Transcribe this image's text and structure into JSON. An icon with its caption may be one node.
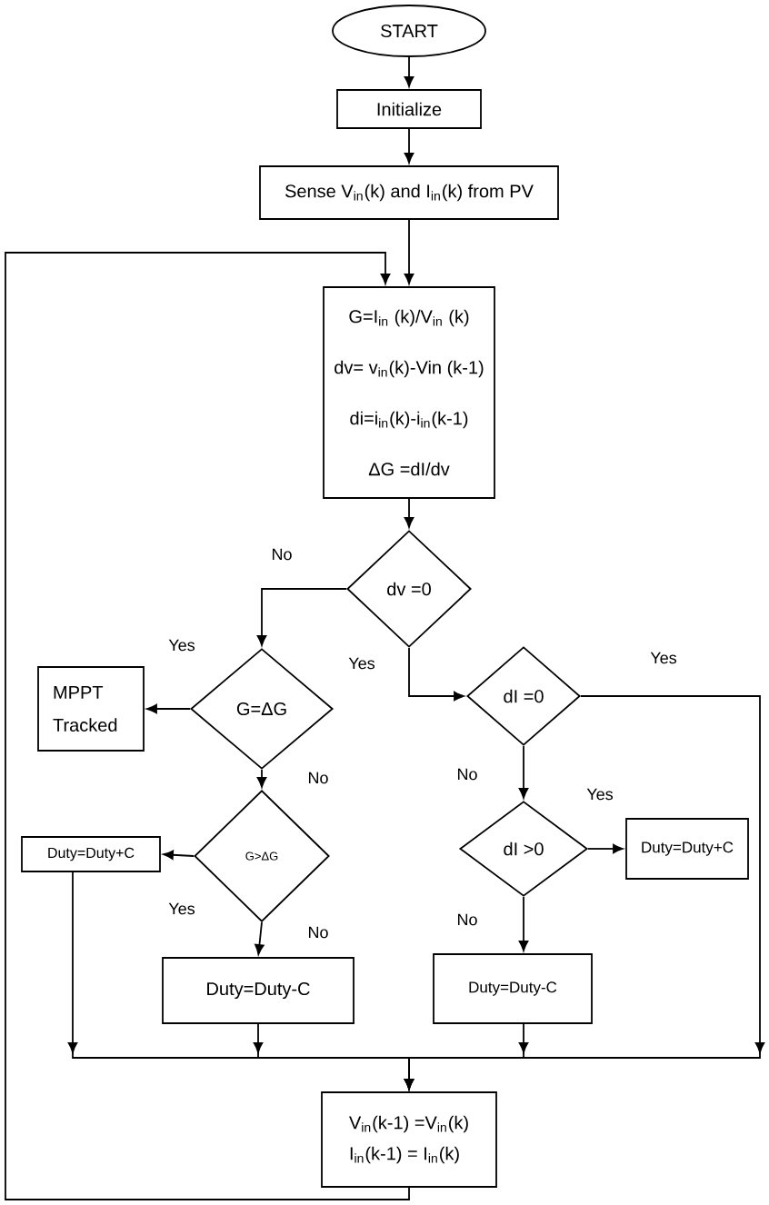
{
  "diagram": {
    "nodes": [
      {
        "text": [
          "START"
        ]
      },
      {
        "text": [
          "Initialize"
        ]
      },
      {
        "text": [
          "Sense V$_{in}$(k) and I$_{in}$(k) from PV"
        ]
      },
      {
        "text": [
          "G=I$_{in}$ (k)/V$_{in}$ (k)",
          "dv= v$_{in}$(k)-Vin (k-1)",
          "di=i$_{in}$(k)-i$_{in}$(k-1)",
          "ΔG =dI/dv"
        ]
      },
      {
        "text": [
          "dv =0"
        ]
      },
      {
        "text": [
          "MPPT Tracked"
        ]
      },
      {
        "text": [
          "G=ΔG"
        ]
      },
      {
        "text": [
          "dI =0"
        ]
      },
      {
        "text": [
          "Duty=Duty+C"
        ]
      },
      {
        "text": [
          "G>ΔG"
        ]
      },
      {
        "text": [
          "dI >0"
        ]
      },
      {
        "text": [
          "Duty=Duty+C"
        ]
      },
      {
        "text": [
          "Duty=Duty-C"
        ]
      },
      {
        "text": [
          "Duty=Duty-C"
        ]
      },
      {
        "text": [
          "V$_{in}$(k-1) =V$_{in}$(k)",
          "I$_{in}$(k-1) = I$_{in}$(k)"
        ]
      }
    ],
    "edges": [
      {
        "from": 0,
        "to": 1,
        "arrow": "to"
      },
      {
        "from": 1,
        "to": 2,
        "arrow": "to"
      },
      {
        "from": 2,
        "to": 3,
        "arrow": "to"
      },
      {
        "from": 3,
        "to": 4,
        "arrow": "to"
      },
      {
        "from": 4,
        "to": 6,
        "arrow": "to",
        "label": "No"
      },
      {
        "from": 4,
        "to": 7,
        "arrow": "to",
        "label": "Yes"
      },
      {
        "from": 6,
        "to": 5,
        "arrow": "to",
        "label": "Yes"
      },
      {
        "from": 6,
        "to": 9,
        "arrow": "to",
        "label": "No"
      },
      {
        "from": 9,
        "to": 8,
        "arrow": "to",
        "label": "Yes"
      },
      {
        "from": 9,
        "to": 12,
        "arrow": "to",
        "label": "No"
      },
      {
        "from": 7,
        "to": 10,
        "arrow": "to",
        "label": "No"
      },
      {
        "from": 10,
        "to": 11,
        "arrow": "to",
        "label": "Yes"
      },
      {
        "from": 10,
        "to": 13,
        "arrow": "to",
        "label": "No"
      },
      {
        "from": 7,
        "to": 14,
        "arrow": "to",
        "label": "Yes"
      },
      {
        "from": 8,
        "to": 14,
        "arrow": "to"
      },
      {
        "from": 12,
        "to": 14,
        "arrow": "to"
      },
      {
        "from": 13,
        "to": 14,
        "arrow": "to"
      },
      {
        "from": 14,
        "to": 3,
        "arrow": "to"
      }
    ]
  }
}
